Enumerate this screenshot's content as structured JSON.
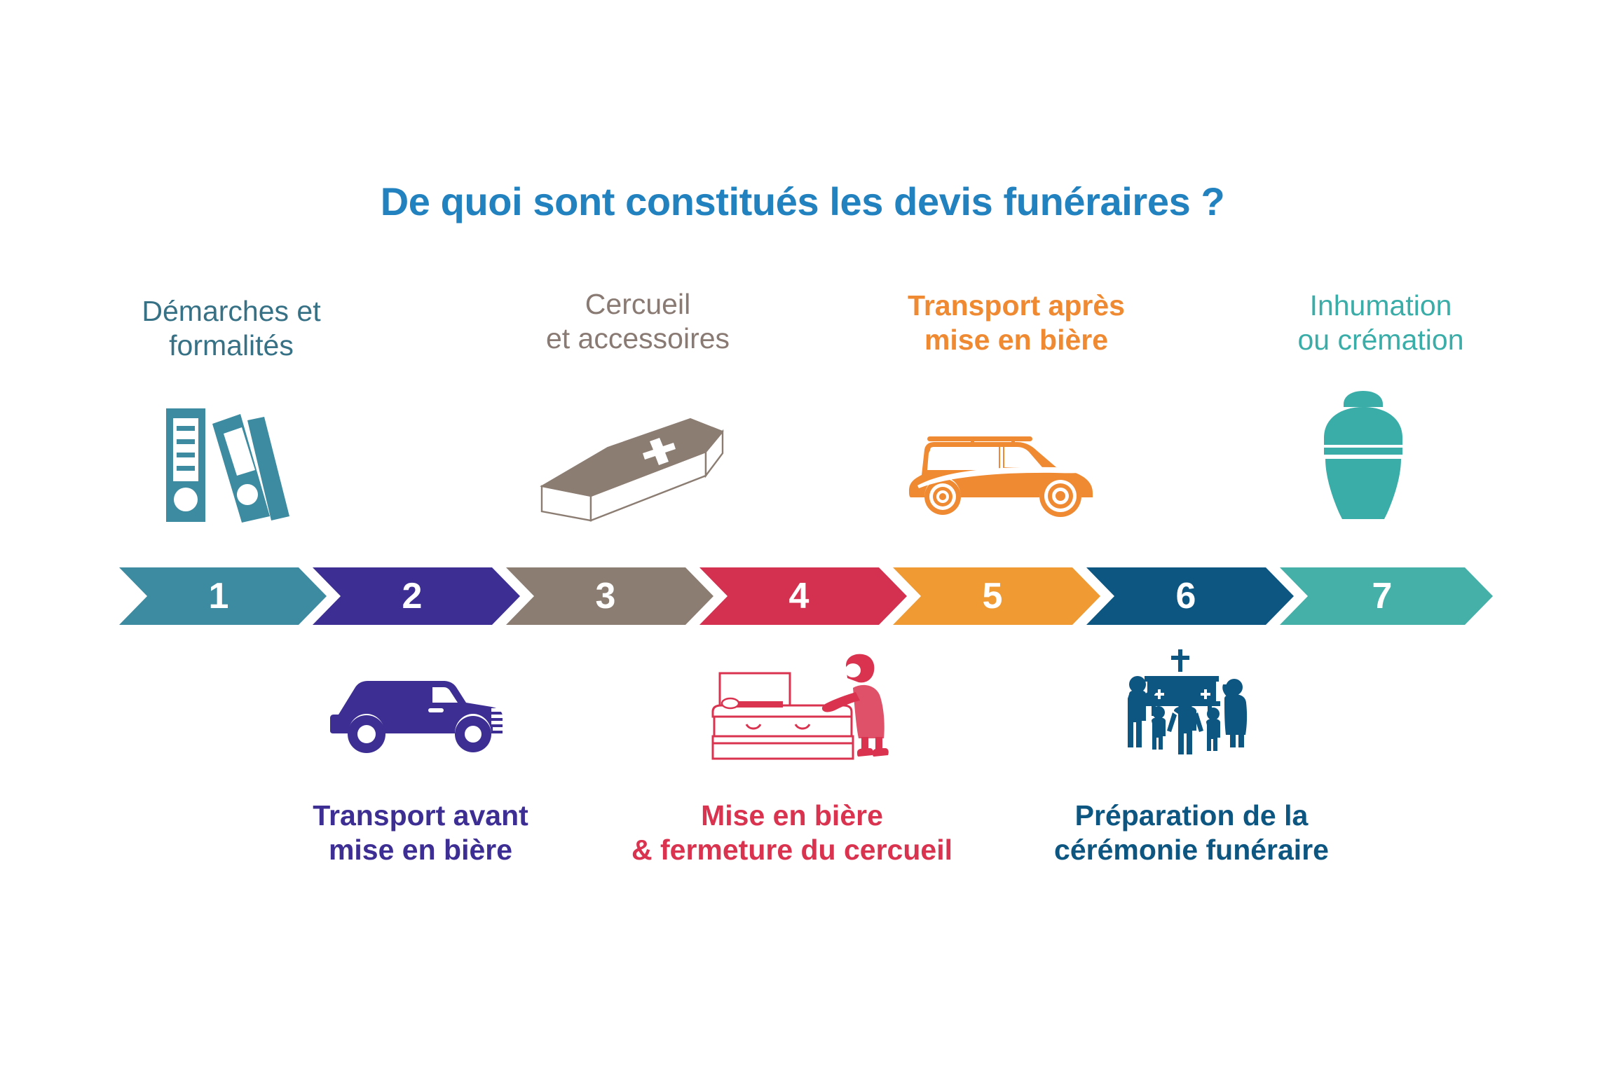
{
  "page": {
    "title": "De quoi sont constitués les devis funéraires ?",
    "background": "#ffffff",
    "title_color": "#2281bf"
  },
  "colors": {
    "step1_teal_blue": "#3d8ba0",
    "step2_purple": "#3c2e93",
    "step3_taupe": "#8c7d73",
    "step4_crimson": "#d4304f",
    "step5_orange": "#ef9a33",
    "step6_navy": "#0d5681",
    "step7_teal": "#44b0a8",
    "title_blue": "#2281bf"
  },
  "steps": [
    {
      "number": "1",
      "color": "#3d8ba0",
      "position": "top",
      "label": "Démarches et\nformalités",
      "label_color": "#377186",
      "icon": "binders-icon"
    },
    {
      "number": "2",
      "color": "#3c2e93",
      "position": "bottom",
      "label": "Transport avant\nmise en bière",
      "label_color": "#3c2e93",
      "icon": "van-icon"
    },
    {
      "number": "3",
      "color": "#8c7d73",
      "position": "top",
      "label": "Cercueil\net accessoires",
      "label_color": "#8a7a74",
      "icon": "coffin-icon"
    },
    {
      "number": "4",
      "color": "#d4304f",
      "position": "bottom",
      "label": "Mise en bière\n& fermeture du cercueil",
      "label_color": "#d9334f",
      "icon": "open-coffin-mourner-icon"
    },
    {
      "number": "5",
      "color": "#ef9a33",
      "position": "top",
      "label": "Transport après\nmise en bière",
      "label_color": "#ef8a33",
      "icon": "hearse-icon"
    },
    {
      "number": "6",
      "color": "#0d5681",
      "position": "bottom",
      "label": "Préparation de la\ncérémonie funéraire",
      "label_color": "#0d5681",
      "icon": "funeral-ceremony-family-icon"
    },
    {
      "number": "7",
      "color": "#44b0a8",
      "position": "top",
      "label": "Inhumation\nou crémation",
      "label_color": "#3aada8",
      "icon": "urn-icon"
    }
  ]
}
